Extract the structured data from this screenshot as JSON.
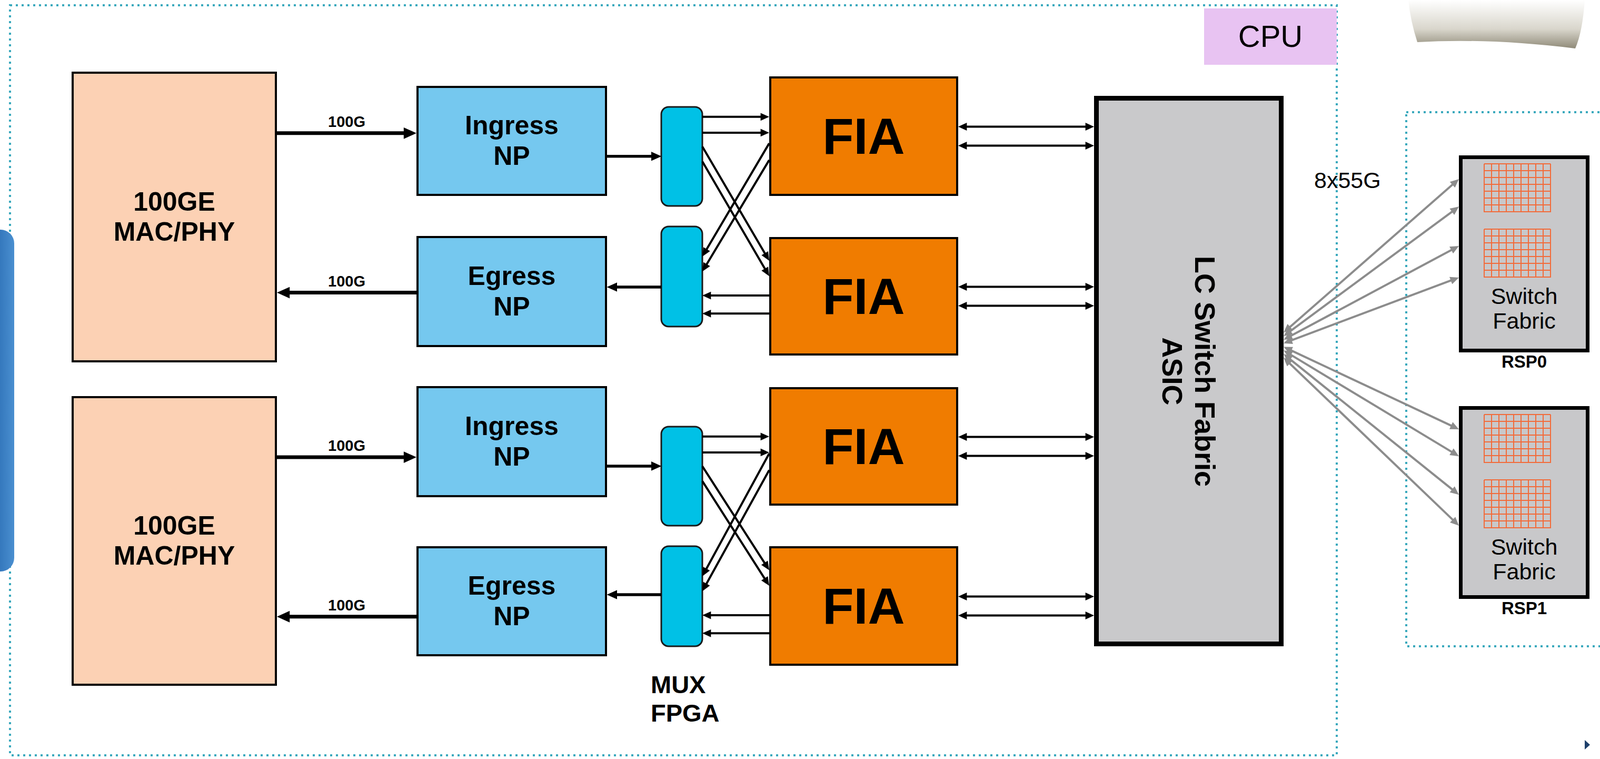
{
  "diagram": {
    "nodes": [
      {
        "text": [
          "100GE MAC/PHY"
        ]
      },
      {
        "text": [
          "Ingress NP"
        ]
      },
      {
        "text": [
          "Egress NP"
        ]
      },
      {
        "text": [
          "100GE MAC/PHY"
        ]
      },
      {
        "text": [
          "Ingress NP"
        ]
      },
      {
        "text": [
          "Egress NP"
        ]
      },
      {
        "text": [
          "FIA"
        ]
      },
      {
        "text": [
          "FIA"
        ]
      },
      {
        "text": [
          "FIA"
        ]
      },
      {
        "text": [
          "FIA"
        ]
      },
      {
        "text": [
          "LC Switch Fabric ASIC"
        ]
      },
      {
        "text": [
          "CPU"
        ]
      },
      {
        "text": [
          "Switch Fabric",
          "RSP0"
        ]
      },
      {
        "text": [
          "Switch Fabric",
          "RSP1"
        ]
      }
    ],
    "edges": [
      {
        "from": 0,
        "to": 1,
        "arrow": "to",
        "label": "100G"
      },
      {
        "from": 2,
        "to": 0,
        "arrow": "to",
        "label": "100G"
      },
      {
        "from": 3,
        "to": 4,
        "arrow": "to",
        "label": "100G"
      },
      {
        "from": 5,
        "to": 3,
        "arrow": "to",
        "label": "100G"
      },
      {
        "from": 1,
        "to": 6,
        "arrow": "to"
      },
      {
        "from": 1,
        "to": 7,
        "arrow": "to"
      },
      {
        "from": 6,
        "to": 2,
        "arrow": "to"
      },
      {
        "from": 7,
        "to": 2,
        "arrow": "to"
      },
      {
        "from": 4,
        "to": 8,
        "arrow": "to"
      },
      {
        "from": 4,
        "to": 9,
        "arrow": "to"
      },
      {
        "from": 8,
        "to": 5,
        "arrow": "to"
      },
      {
        "from": 9,
        "to": 5,
        "arrow": "to"
      },
      {
        "from": 6,
        "to": 10,
        "arrow": "both"
      },
      {
        "from": 6,
        "to": 10,
        "arrow": "both"
      },
      {
        "from": 7,
        "to": 10,
        "arrow": "both"
      },
      {
        "from": 7,
        "to": 10,
        "arrow": "both"
      },
      {
        "from": 8,
        "to": 10,
        "arrow": "both"
      },
      {
        "from": 8,
        "to": 10,
        "arrow": "both"
      },
      {
        "from": 9,
        "to": 10,
        "arrow": "both"
      },
      {
        "from": 9,
        "to": 10,
        "arrow": "both"
      },
      {
        "from": 10,
        "to": 12,
        "arrow": "both"
      },
      {
        "from": 10,
        "to": 12,
        "arrow": "both"
      },
      {
        "from": 10,
        "to": 12,
        "arrow": "both"
      },
      {
        "from": 10,
        "to": 12,
        "arrow": "both"
      },
      {
        "from": 10,
        "to": 13,
        "arrow": "both"
      },
      {
        "from": 10,
        "to": 13,
        "arrow": "both"
      },
      {
        "from": 10,
        "to": 13,
        "arrow": "both"
      },
      {
        "from": 10,
        "to": 13,
        "arrow": "both"
      }
    ],
    "labels": [
      "8x55G",
      "MUX FPGA"
    ]
  }
}
